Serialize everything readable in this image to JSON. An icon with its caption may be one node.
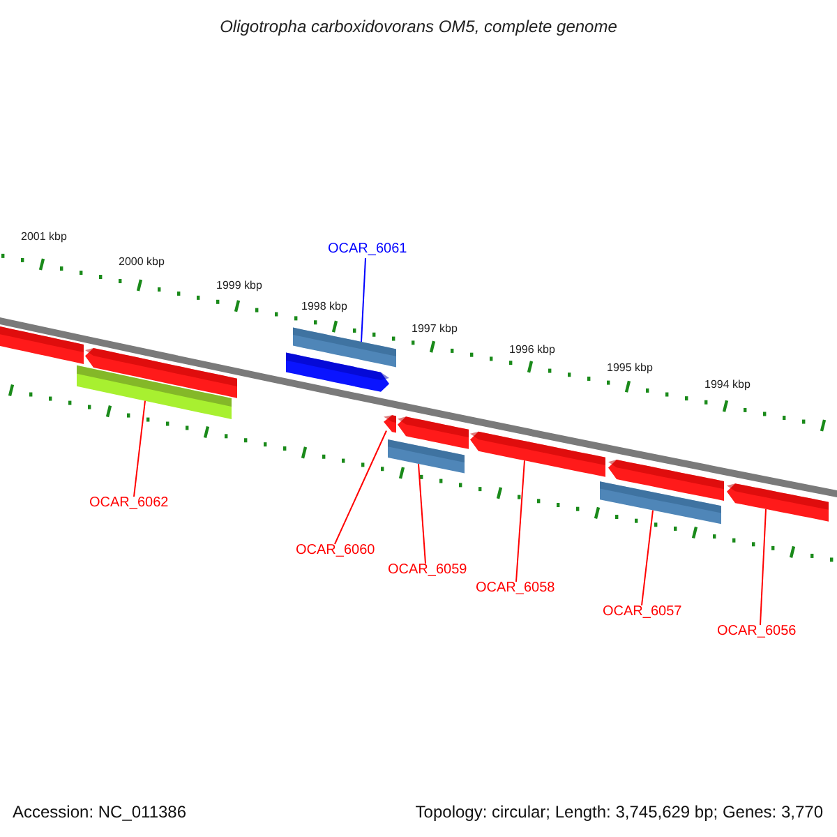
{
  "diagram": {
    "title": "Oligotropha carboxidovorans OM5, complete genome",
    "nodes": [
      {
        "text": [
          "OCAR_6061"
        ]
      },
      {
        "text": [],
        "shape": "bar"
      },
      {
        "text": [],
        "shape": "arrow"
      },
      {
        "text": [
          "OCAR_6062"
        ]
      },
      {
        "text": [],
        "shape": "arrow"
      },
      {
        "text": [],
        "shape": "arrow"
      },
      {
        "text": [],
        "shape": "bar"
      },
      {
        "text": [
          "OCAR_6060"
        ]
      },
      {
        "text": [],
        "shape": "arrow"
      },
      {
        "text": [
          "OCAR_6059"
        ]
      },
      {
        "text": [],
        "shape": "arrow"
      },
      {
        "text": [],
        "shape": "bar"
      },
      {
        "text": [
          "OCAR_6058"
        ]
      },
      {
        "text": [],
        "shape": "arrow"
      },
      {
        "text": [
          "OCAR_6057"
        ]
      },
      {
        "text": [],
        "shape": "arrow"
      },
      {
        "text": [],
        "shape": "bar"
      },
      {
        "text": [
          "OCAR_6056"
        ]
      },
      {
        "text": [],
        "shape": "arrow"
      }
    ],
    "edges": [
      {
        "from": 0,
        "to": 1,
        "arrow": "none",
        "color": "#0000ff"
      },
      {
        "from": 3,
        "to": 6,
        "arrow": "none"
      },
      {
        "from": 7,
        "to": 8,
        "arrow": "none"
      },
      {
        "from": 9,
        "to": 11,
        "arrow": "none"
      },
      {
        "from": 12,
        "to": 13,
        "arrow": "none"
      },
      {
        "from": 14,
        "to": 16,
        "arrow": "none"
      },
      {
        "from": 17,
        "to": 18,
        "arrow": "none"
      }
    ],
    "labels": [
      "2001 kbp",
      "2000 kbp",
      "1999 kbp",
      "1998 kbp",
      "1997 kbp",
      "1996 kbp",
      "1995 kbp",
      "1994 kbp",
      "Accession: NC_011386",
      "Topology: circular; Length: 3,745,629 bp; Genes: 3,770"
    ]
  }
}
